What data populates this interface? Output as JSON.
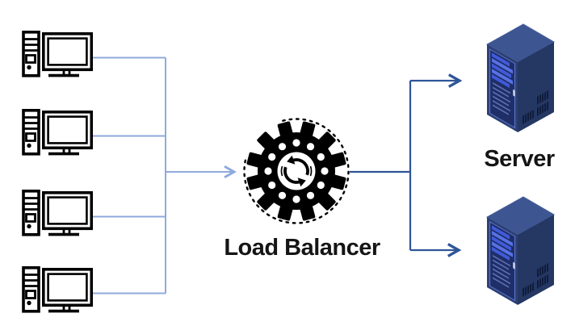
{
  "diagram": {
    "labels": {
      "load_balancer": "Load Balancer",
      "server": "Server"
    },
    "counts": {
      "clients": 4,
      "servers": 2
    },
    "icons": {
      "client": "desktop-computer-icon",
      "middle": "gear-sync-icon",
      "right": "server-tower-icon"
    },
    "colors": {
      "background": "#ffffff",
      "client_connector": "#8faadc",
      "server_connector": "#2f5597",
      "icon_outline": "#000000",
      "server_top": "#3d5590",
      "server_front": "#2c4074",
      "server_side": "#253763",
      "server_door": "#16234d",
      "server_slat_a": "#3f58dc",
      "server_slat_b": "#5b74e8",
      "server_shelf": "#8род"
    }
  }
}
